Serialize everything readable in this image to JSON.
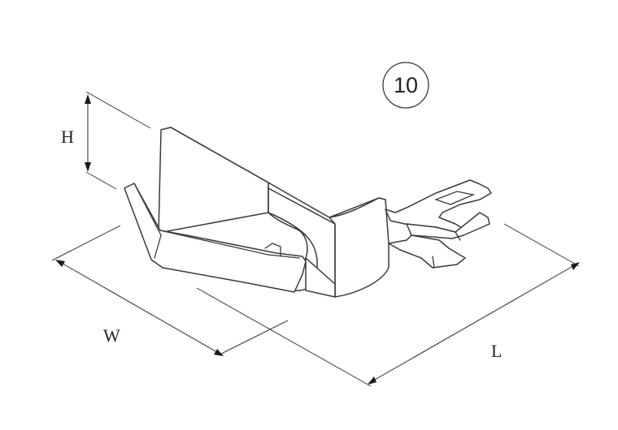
{
  "figure": {
    "item_number": "10",
    "dimension_labels": {
      "height": "H",
      "width": "W",
      "length": "L"
    }
  }
}
